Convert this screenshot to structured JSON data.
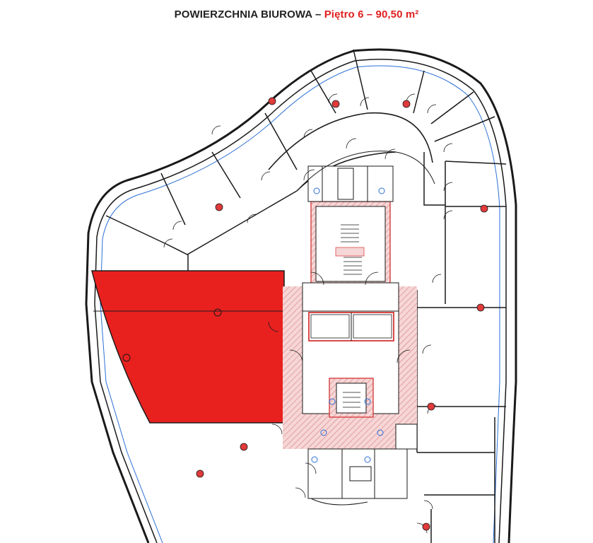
{
  "header": {
    "title_main": "POWIERZCHNIA BIUROWA",
    "separator": "–",
    "floor_label": "Piętro 6 –",
    "area_label": "90,50 m²"
  },
  "colors": {
    "highlight": "#e8211f",
    "wall": "#1a1a1a",
    "core_fill": "#f2c9c9",
    "core_border": "#d94a4a",
    "facade_line": "#2a6fd6",
    "marker": "#e03a3a"
  },
  "plan": {
    "highlighted_unit": "office-unit-6",
    "icons": [
      "door-swing-icon",
      "column-marker-icon",
      "stair-icon",
      "elevator-icon",
      "toilet-icon"
    ]
  }
}
